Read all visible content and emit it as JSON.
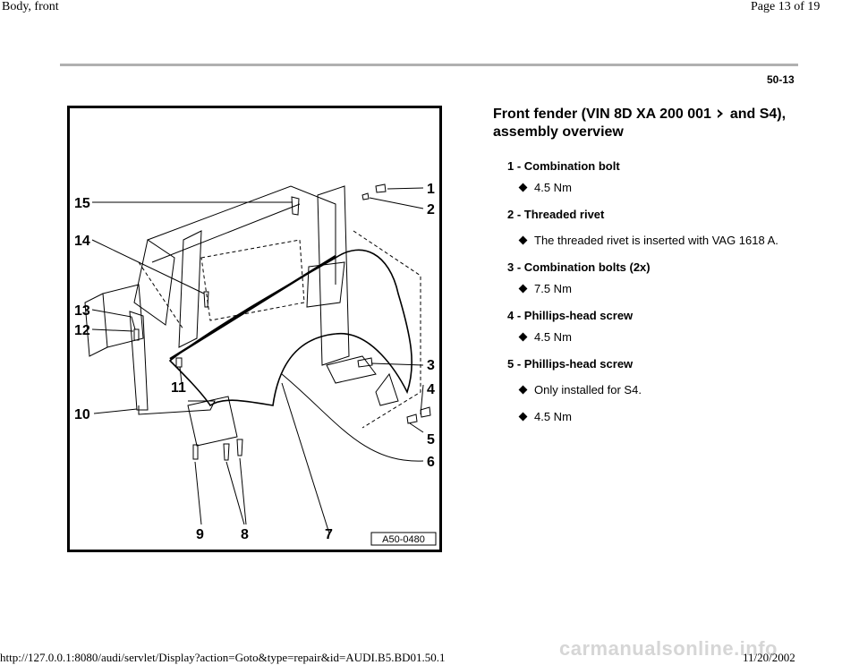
{
  "header": {
    "left": "Body, front",
    "right": "Page 13 of 19"
  },
  "page_code": "50-13",
  "title": {
    "before": "Front fender (VIN 8D XA 200 001 ",
    "after": " and S4), assembly overview"
  },
  "figure": {
    "code": "A50-0480",
    "callouts": [
      "1",
      "2",
      "3",
      "4",
      "5",
      "6",
      "7",
      "8",
      "9",
      "10",
      "11",
      "12",
      "13",
      "14",
      "15"
    ]
  },
  "legend": [
    {
      "label": "1 - Combination bolt",
      "notes": [
        "4.5 Nm"
      ]
    },
    {
      "label": "2 - Threaded rivet",
      "notes": [
        "The threaded rivet is inserted with VAG 1618 A."
      ]
    },
    {
      "label": "3 - Combination bolts (2x)",
      "notes": [
        "7.5 Nm"
      ]
    },
    {
      "label": "4 - Phillips-head screw",
      "notes": [
        "4.5 Nm"
      ]
    },
    {
      "label": "5 - Phillips-head screw",
      "notes": [
        "Only installed for S4.",
        "4.5 Nm"
      ]
    }
  ],
  "footer": {
    "url": "http://127.0.0.1:8080/audi/servlet/Display?action=Goto&type=repair&id=AUDI.B5.BD01.50.1",
    "date": "11/20/2002",
    "watermark": "carmanualsonline.info"
  }
}
